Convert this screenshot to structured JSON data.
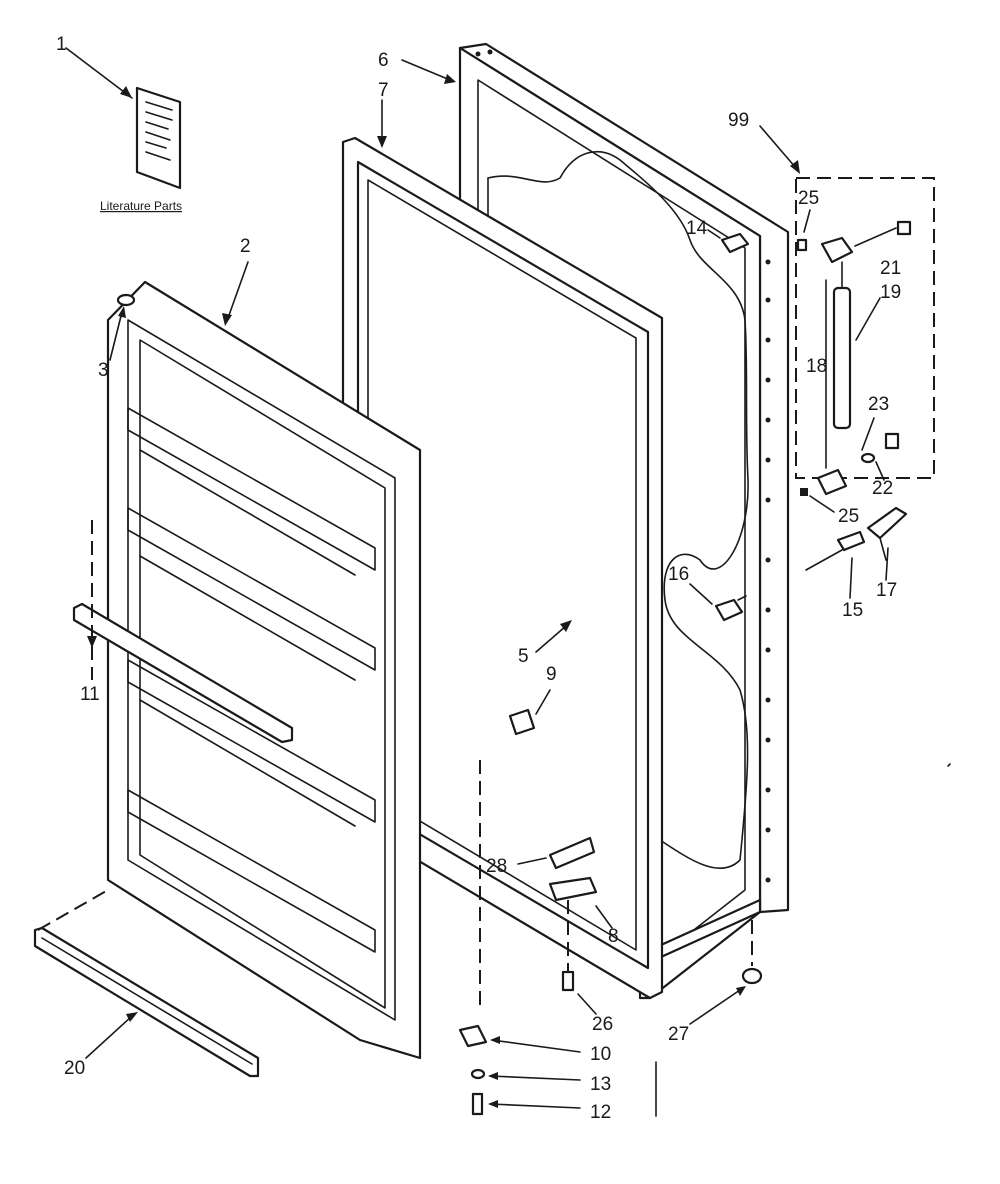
{
  "labels": {
    "p1": "1",
    "p2": "2",
    "p3": "3",
    "p5": "5",
    "p6": "6",
    "p7": "7",
    "p8": "8",
    "p9": "9",
    "p10": "10",
    "p11": "11",
    "p12": "12",
    "p13": "13",
    "p14": "14",
    "p15": "15",
    "p16": "16",
    "p17": "17",
    "p18": "18",
    "p19": "19",
    "p20": "20",
    "p21": "21",
    "p22": "22",
    "p23": "23",
    "p25a": "25",
    "p25b": "25",
    "p26": "26",
    "p27": "27",
    "p28": "28",
    "p99": "99"
  },
  "literature_caption": "Literature Parts"
}
